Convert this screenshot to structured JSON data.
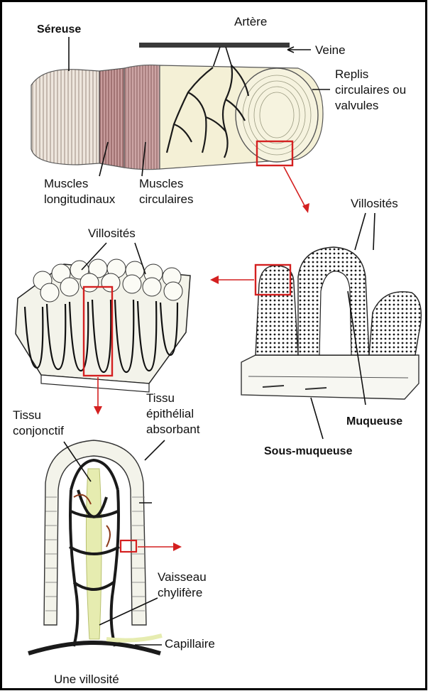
{
  "colors": {
    "frame": "#000000",
    "highlight": "#d42020",
    "serosa": "#e8e2da",
    "muscle": "#c79a9a",
    "mucosa_fill": "#f4f0d6",
    "vessel": "#1a1a1a",
    "chyle": "#e6ecb0",
    "capillary": "#8b3a1a"
  },
  "intestine": {
    "artery": "Artère",
    "vein": "Veine",
    "serosa": "Séreuse",
    "folds_line1": "Replis",
    "folds_line2": "circulaires ou",
    "folds_line3": "valvules",
    "long_muscles_line1": "Muscles",
    "long_muscles_line2": "longitudinaux",
    "circ_muscles_line1": "Muscles",
    "circ_muscles_line2": "circulaires"
  },
  "mucosa_block": {
    "villi": "Villosités",
    "mucosa": "Muqueuse",
    "submucosa": "Sous-muqueuse"
  },
  "villi_block": {
    "villi": "Villosités"
  },
  "single_villus": {
    "connective_line1": "Tissu",
    "connective_line2": "conjonctif",
    "epithelium_line1": "Tissu",
    "epithelium_line2": "épithélial",
    "epithelium_line3": "absorbant",
    "lacteal_line1": "Vaisseau",
    "lacteal_line2": "chylifère",
    "capillary": "Capillaire",
    "caption": "Une villosité"
  }
}
